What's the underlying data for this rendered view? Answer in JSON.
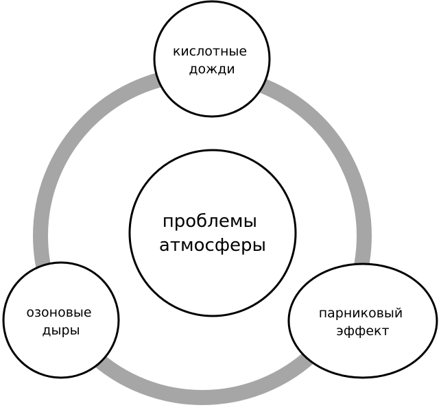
{
  "diagram": {
    "center": {
      "line1": "проблемы",
      "line2": "атмосферы"
    },
    "nodes": [
      {
        "id": "acid-rain",
        "line1": "кислотные",
        "line2": "дожди"
      },
      {
        "id": "greenhouse-effect",
        "line1": "парниковый",
        "line2": "эффект"
      },
      {
        "id": "ozone-holes",
        "line1": "озоновые",
        "line2": "дыры"
      }
    ],
    "colors": {
      "ring": "#a6a6a6",
      "node_fill": "#ffffff",
      "node_stroke": "#000000",
      "text": "#000000"
    }
  }
}
